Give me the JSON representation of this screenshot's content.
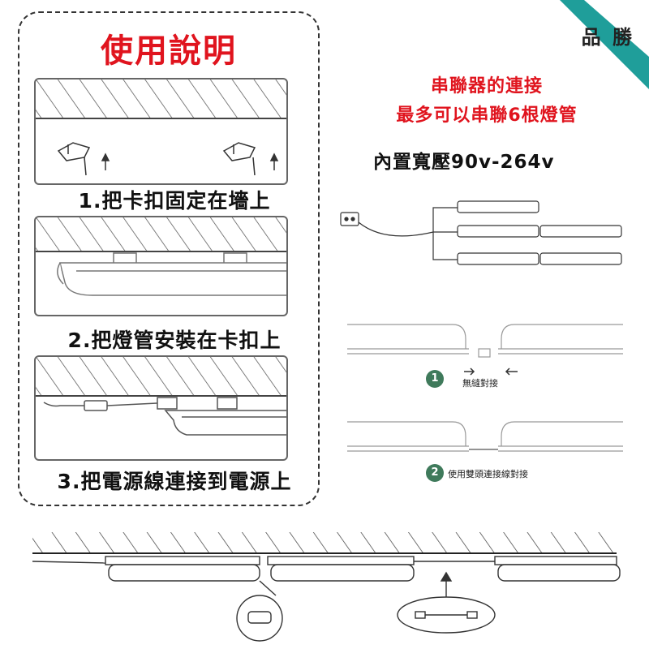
{
  "brand": "品 勝",
  "instructions": {
    "title": "使用說明",
    "steps": [
      {
        "label": "1.把卡扣固定在墻上"
      },
      {
        "label": "2.把燈管安裝在卡扣上"
      },
      {
        "label": "3.把電源線連接到電源上"
      }
    ]
  },
  "connection": {
    "line1": "串聯器的連接",
    "line2": "最多可以串聯6根燈管",
    "voltage": "內置寬壓90v-264v"
  },
  "methods": [
    {
      "number": "1",
      "caption": "無縫對接"
    },
    {
      "number": "2",
      "caption": "使用雙頭連接線對接"
    }
  ],
  "colors": {
    "accent_red": "#e0141e",
    "badge_green": "#3f7a5b",
    "corner_teal": "#1f9e9a"
  }
}
